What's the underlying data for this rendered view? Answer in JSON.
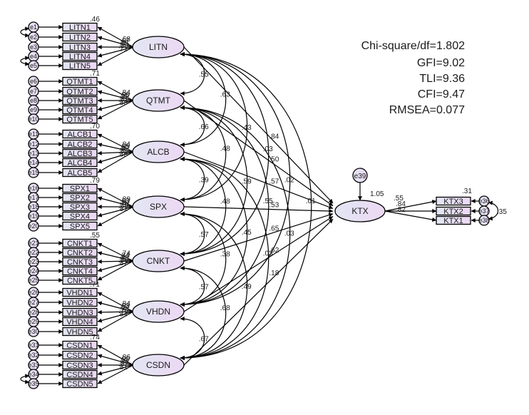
{
  "fit_indices": [
    {
      "text": "Chi-square/df=1.802"
    },
    {
      "text": "GFI=9.02"
    },
    {
      "text": "TLI=9.36"
    },
    {
      "text": "CFI=9.47"
    },
    {
      "text": "RMSEA=0.077"
    }
  ],
  "colors": {
    "node_fill_left": "#e2e6f3",
    "node_fill_right": "#ecd8f3",
    "stroke": "#000000"
  },
  "constructs": [
    {
      "name": "LITN",
      "r2_first": ".46",
      "indicators": [
        {
          "name": "LITN1",
          "error": "e1",
          "loading": ".68"
        },
        {
          "name": "LITN2",
          "error": "e2",
          "loading": ".67"
        },
        {
          "name": "LITN3",
          "error": "e3",
          "loading": ".55"
        },
        {
          "name": "LITN4",
          "error": "e4",
          "loading": ".80"
        },
        {
          "name": "LITN5",
          "error": "e5",
          "loading": ".71"
        }
      ]
    },
    {
      "name": "QTMT",
      "r2_first": ".71",
      "indicators": [
        {
          "name": "QTMT1",
          "error": "e6",
          "loading": ".84"
        },
        {
          "name": "QTMT2",
          "error": "e7",
          "loading": ".90"
        },
        {
          "name": "QTMT3",
          "error": "e8",
          "loading": ".82"
        },
        {
          "name": "QTMT4",
          "error": "e9",
          "loading": ".81"
        },
        {
          "name": "QTMT5",
          "error": "e10",
          "loading": ".88"
        }
      ]
    },
    {
      "name": "ALCB",
      "r2_first": ".70",
      "indicators": [
        {
          "name": "ALCB1",
          "error": "e11",
          "loading": ".84"
        },
        {
          "name": "ALCB2",
          "error": "e12",
          "loading": ".85"
        },
        {
          "name": "ALCB3",
          "error": "e13",
          "loading": ".82"
        },
        {
          "name": "ALCB4",
          "error": "e14",
          "loading": ".85"
        },
        {
          "name": "ALCB5",
          "error": "e15",
          "loading": ".85"
        }
      ]
    },
    {
      "name": "SPX",
      "r2_first": ".79",
      "indicators": [
        {
          "name": "SPX1",
          "error": "e16",
          "loading": ".89"
        },
        {
          "name": "SPX2",
          "error": "e17",
          "loading": ".83"
        },
        {
          "name": "SPX3",
          "error": "e18",
          "loading": ".78"
        },
        {
          "name": "SPX4",
          "error": "e19",
          "loading": ".88"
        },
        {
          "name": "SPX5",
          "error": "e20",
          "loading": ".81"
        }
      ]
    },
    {
      "name": "CNKT",
      "r2_first": ".55",
      "indicators": [
        {
          "name": "CNKT1",
          "error": "e21",
          "loading": ".74"
        },
        {
          "name": "CNKT2",
          "error": "e22",
          "loading": ".84"
        },
        {
          "name": "CNKT3",
          "error": "e23",
          "loading": ".83"
        },
        {
          "name": "CNKT4",
          "error": "e24",
          "loading": ".86"
        },
        {
          "name": "CNKT5",
          "error": "e25",
          "loading": ".87"
        }
      ]
    },
    {
      "name": "VHDN",
      "r2_first": ".71",
      "indicators": [
        {
          "name": "VHDN1",
          "error": "e26",
          "loading": ".84"
        },
        {
          "name": "VHDN2",
          "error": "e27",
          "loading": ".83"
        },
        {
          "name": "VHDN3",
          "error": "e28",
          "loading": ".93"
        },
        {
          "name": "VHDN4",
          "error": "e29",
          "loading": ".76"
        },
        {
          "name": "VHDN5",
          "error": "e30",
          "loading": ".84"
        }
      ]
    },
    {
      "name": "CSDN",
      "r2_first": ".74",
      "indicators": [
        {
          "name": "CSDN1",
          "error": "e31",
          "loading": ".86"
        },
        {
          "name": "CSDN2",
          "error": "e32",
          "loading": ".90"
        },
        {
          "name": "CSDN3",
          "error": "e33",
          "loading": ".84"
        },
        {
          "name": "CSDN4",
          "error": "e34",
          "loading": ".87"
        },
        {
          "name": "CSDN5",
          "error": "e35",
          "loading": ".81"
        }
      ]
    }
  ],
  "error_covariances": [
    {
      "from": "e1",
      "to": "e2"
    },
    {
      "from": "e4",
      "to": "e5"
    },
    {
      "from": "e34",
      "to": "e35"
    }
  ],
  "covariances": [
    {
      "from": "LITN",
      "to": "QTMT",
      "value": ".55"
    },
    {
      "from": "QTMT",
      "to": "ALCB",
      "value": ".66"
    },
    {
      "from": "ALCB",
      "to": "SPX",
      "value": ".39"
    },
    {
      "from": "SPX",
      "to": "CNKT",
      "value": ".57"
    },
    {
      "from": "CNKT",
      "to": "VHDN",
      "value": ".57"
    },
    {
      "from": "VHDN",
      "to": "CSDN",
      "value": ".67"
    },
    {
      "from": "LITN",
      "to": "ALCB",
      "value": ".63"
    },
    {
      "from": "QTMT",
      "to": "SPX",
      "value": ".48"
    },
    {
      "from": "ALCB",
      "to": "CNKT",
      "value": ".48"
    },
    {
      "from": "SPX",
      "to": "VHDN",
      "value": ".38"
    },
    {
      "from": "CNKT",
      "to": "CSDN",
      "value": ".68"
    },
    {
      "from": "LITN",
      "to": "SPX",
      "value": ".43"
    },
    {
      "from": "QTMT",
      "to": "CNKT",
      "value": ".59"
    },
    {
      "from": "ALCB",
      "to": "VHDN",
      "value": ".45"
    },
    {
      "from": "SPX",
      "to": "CSDN",
      "value": ".49"
    },
    {
      "from": "LITN",
      "to": "CNKT",
      "value": ".03"
    },
    {
      "from": "QTMT",
      "to": "VHDN",
      "value": ".55"
    },
    {
      "from": "ALCB",
      "to": "CSDN",
      "value": ".03"
    },
    {
      "from": "LITN",
      "to": "VHDN",
      "value": ".02"
    },
    {
      "from": "QTMT",
      "to": "CSDN",
      "value": ".03"
    },
    {
      "from": "LITN",
      "to": "CSDN",
      "value": ".01"
    }
  ],
  "paths": [
    {
      "from": "LITN",
      "to": "KTX",
      "value": ".84"
    },
    {
      "from": "QTMT",
      "to": "KTX",
      "value": ".50"
    },
    {
      "from": "ALCB",
      "to": "KTX",
      "value": ".57"
    },
    {
      "from": "SPX",
      "to": "KTX",
      "value": ".53"
    },
    {
      "from": "CNKT",
      "to": "KTX",
      "value": ".65"
    },
    {
      "from": "VHDN",
      "to": "KTX",
      "value": ".62"
    },
    {
      "from": "CSDN",
      "to": "KTX",
      "value": ".18"
    }
  ],
  "outcome": {
    "name": "KTX",
    "disturbance": "e39",
    "r2": "1.05",
    "r2_first": ".31",
    "error_covariance": ".35",
    "indicators": [
      {
        "name": "KTX3",
        "error": "e36",
        "loading": ".55"
      },
      {
        "name": "KTX2",
        "error": "e37",
        "loading": ".84"
      },
      {
        "name": "KTX1",
        "error": "e38",
        "loading": ".82"
      }
    ]
  }
}
